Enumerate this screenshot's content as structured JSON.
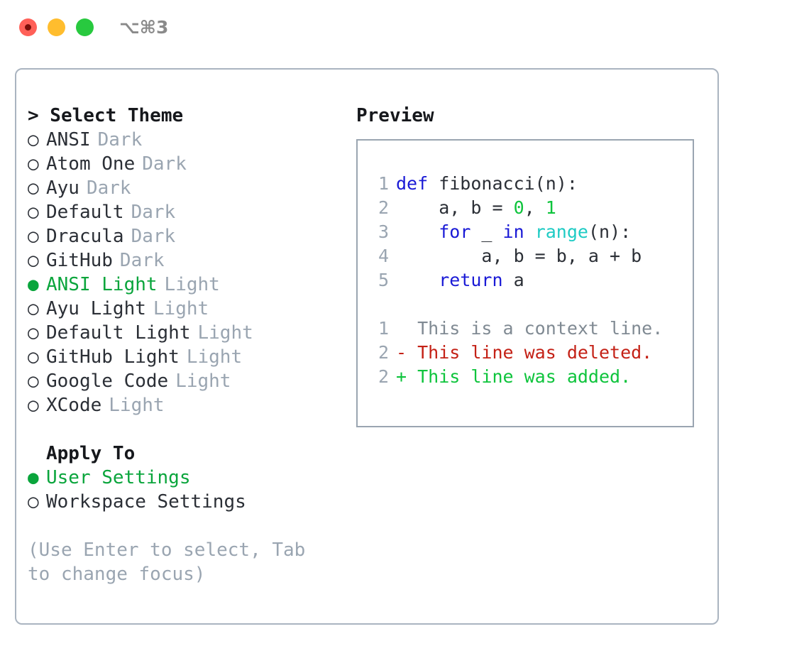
{
  "titlebar": {
    "shortcut": "⌥⌘3",
    "lights": [
      "close",
      "minimize",
      "maximize"
    ]
  },
  "theme_panel": {
    "header": "> Select Theme",
    "themes": [
      {
        "bullet": "○",
        "name": "ANSI",
        "kind": "Dark",
        "selected": false
      },
      {
        "bullet": "○",
        "name": "Atom One",
        "kind": "Dark",
        "selected": false
      },
      {
        "bullet": "○",
        "name": "Ayu",
        "kind": "Dark",
        "selected": false
      },
      {
        "bullet": "○",
        "name": "Default",
        "kind": "Dark",
        "selected": false
      },
      {
        "bullet": "○",
        "name": "Dracula",
        "kind": "Dark",
        "selected": false
      },
      {
        "bullet": "○",
        "name": "GitHub",
        "kind": "Dark",
        "selected": false
      },
      {
        "bullet": "●",
        "name": "ANSI Light",
        "kind": "Light",
        "selected": true
      },
      {
        "bullet": "○",
        "name": "Ayu Light",
        "kind": "Light",
        "selected": false
      },
      {
        "bullet": "○",
        "name": "Default Light",
        "kind": "Light",
        "selected": false
      },
      {
        "bullet": "○",
        "name": "GitHub Light",
        "kind": "Light",
        "selected": false
      },
      {
        "bullet": "○",
        "name": "Google Code",
        "kind": "Light",
        "selected": false
      },
      {
        "bullet": "○",
        "name": "XCode",
        "kind": "Light",
        "selected": false
      }
    ],
    "apply_to_header": "Apply To",
    "apply_to": [
      {
        "bullet": "●",
        "name": "User Settings",
        "selected": true
      },
      {
        "bullet": "○",
        "name": "Workspace Settings",
        "selected": false
      }
    ],
    "hint": "(Use Enter to select, Tab to change focus)"
  },
  "preview_panel": {
    "header": "Preview",
    "code_lines": [
      {
        "num": "1",
        "tokens": [
          {
            "t": "def",
            "c": "kw"
          },
          {
            "t": " fibonacci(n):",
            "c": "plain"
          }
        ]
      },
      {
        "num": "2",
        "tokens": [
          {
            "t": "    a, b = ",
            "c": "plain"
          },
          {
            "t": "0",
            "c": "num"
          },
          {
            "t": ", ",
            "c": "plain"
          },
          {
            "t": "1",
            "c": "num"
          }
        ]
      },
      {
        "num": "3",
        "tokens": [
          {
            "t": "    ",
            "c": "plain"
          },
          {
            "t": "for",
            "c": "kw"
          },
          {
            "t": " _ ",
            "c": "plain"
          },
          {
            "t": "in",
            "c": "kw"
          },
          {
            "t": " ",
            "c": "plain"
          },
          {
            "t": "range",
            "c": "fn"
          },
          {
            "t": "(n):",
            "c": "plain"
          }
        ]
      },
      {
        "num": "4",
        "tokens": [
          {
            "t": "        a, b = b, a + b",
            "c": "plain"
          }
        ]
      },
      {
        "num": "5",
        "tokens": [
          {
            "t": "    ",
            "c": "plain"
          },
          {
            "t": "return",
            "c": "kw"
          },
          {
            "t": " a",
            "c": "plain"
          }
        ]
      }
    ],
    "diff_lines": [
      {
        "num": "1",
        "text": "  This is a context line.",
        "cls": "ctx"
      },
      {
        "num": "2",
        "text": "- This line was deleted.",
        "cls": "del"
      },
      {
        "num": "2",
        "text": "+ This line was added.",
        "cls": "add"
      }
    ]
  },
  "colors": {
    "accent_green": "#0aa53c",
    "muted_gray": "#9aa5b1",
    "keyword_blue": "#1a1ad6",
    "number_green": "#0ec43c",
    "function_cyan": "#1ecbc4",
    "diff_removed": "#c42116",
    "diff_added": "#0ec43c",
    "border": "#aab4c0",
    "text": "#2b2f36"
  }
}
